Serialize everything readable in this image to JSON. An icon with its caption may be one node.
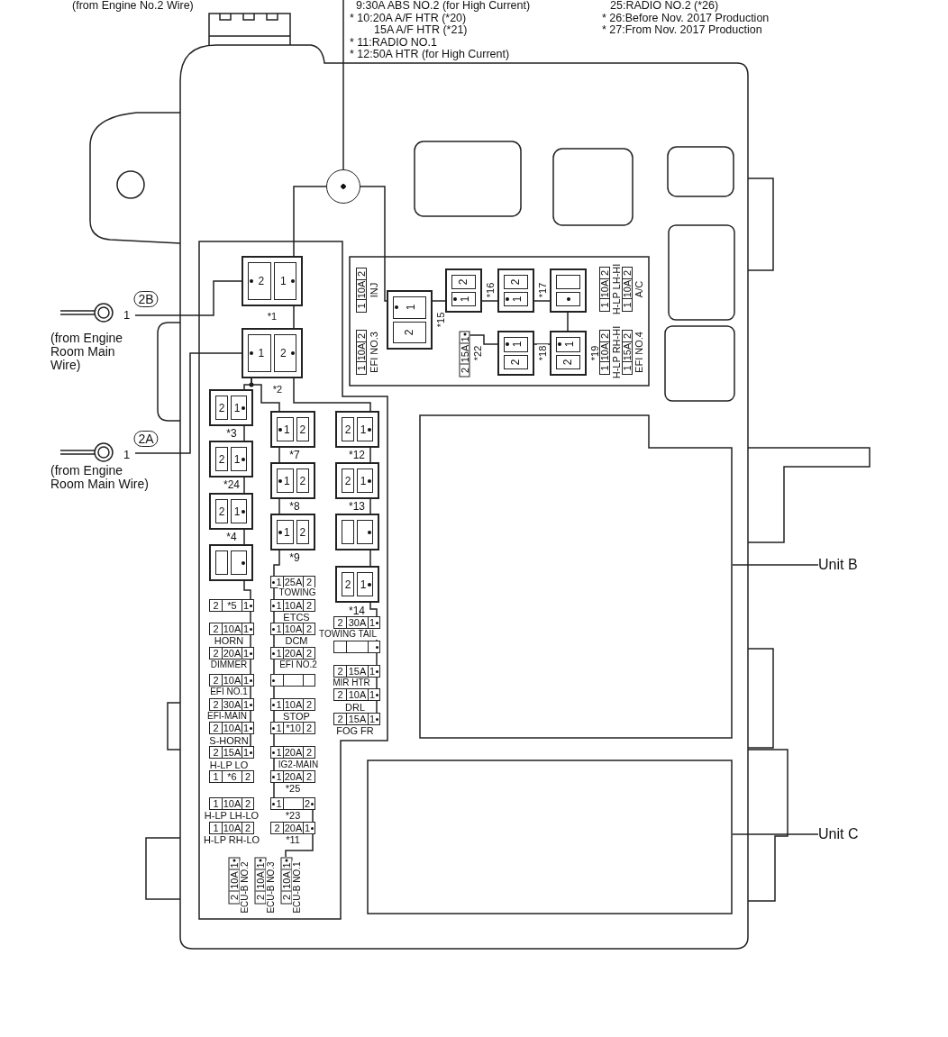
{
  "diagram": {
    "nodes": [
      {
        "text": [
          "1"
        ],
        "beside": [
          "2B",
          "(from Engine Room Main Wire)"
        ]
      },
      {
        "text": [
          "1"
        ],
        "beside": [
          "2A",
          "(from Engine Room Main Wire)"
        ]
      },
      {
        "text": [],
        "shape": "circle"
      },
      {
        "text": [
          "2",
          "1"
        ],
        "beside": [
          "*1"
        ]
      },
      {
        "text": [
          "1",
          "2"
        ],
        "beside": [
          "*2"
        ]
      },
      {
        "text": [
          "1",
          "10A",
          "2"
        ],
        "beside": [
          "INJ"
        ]
      },
      {
        "text": [
          "1",
          "10A",
          "2"
        ],
        "beside": [
          "EFI NO.3"
        ]
      },
      {
        "text": [
          "1",
          "2"
        ],
        "beside": [
          "*15"
        ]
      },
      {
        "text": [
          "2",
          "1"
        ],
        "beside": [
          "*16"
        ]
      },
      {
        "text": [
          "2",
          "1"
        ],
        "beside": [
          "*17"
        ]
      },
      {
        "text": [],
        "shape": "box"
      },
      {
        "text": [
          "2",
          "15A",
          "1"
        ],
        "beside": [
          "*22"
        ]
      },
      {
        "text": [
          "1",
          "2"
        ],
        "beside": [
          "*18"
        ]
      },
      {
        "text": [
          "1",
          "2"
        ],
        "beside": [
          "*19"
        ]
      },
      {
        "text": [
          "1",
          "10A",
          "2"
        ],
        "beside": [
          "H-LP LH-HI"
        ]
      },
      {
        "text": [
          "1",
          "10A",
          "2"
        ],
        "beside": [
          "A/C"
        ]
      },
      {
        "text": [
          "1",
          "10A",
          "2"
        ],
        "beside": [
          "H-LP RH-HI"
        ]
      },
      {
        "text": [
          "1",
          "15A",
          "2"
        ],
        "beside": [
          "EFI NO.4"
        ]
      },
      {
        "text": [
          "2",
          "1"
        ],
        "beside": [
          "*3"
        ]
      },
      {
        "text": [
          "2",
          "1"
        ],
        "beside": [
          "*24"
        ]
      },
      {
        "text": [
          "2",
          "1"
        ],
        "beside": [
          "*4"
        ]
      },
      {
        "text": [],
        "shape": "box"
      },
      {
        "text": [
          "1",
          "2"
        ],
        "beside": [
          "*7"
        ]
      },
      {
        "text": [
          "1",
          "2"
        ],
        "beside": [
          "*8"
        ]
      },
      {
        "text": [
          "1",
          "2"
        ],
        "beside": [
          "*9"
        ]
      },
      {
        "text": [
          "2",
          "1"
        ],
        "beside": [
          "*12"
        ]
      },
      {
        "text": [
          "2",
          "1"
        ],
        "beside": [
          "*13"
        ]
      },
      {
        "text": [],
        "shape": "box"
      },
      {
        "text": [
          "2",
          "1"
        ],
        "beside": [
          "*14"
        ]
      },
      {
        "text": [
          "2",
          "*5",
          "1"
        ]
      },
      {
        "text": [
          "2",
          "10A",
          "1"
        ],
        "beside": [
          "HORN"
        ]
      },
      {
        "text": [
          "2",
          "20A",
          "1"
        ],
        "beside": [
          "DIMMER"
        ]
      },
      {
        "text": [
          "2",
          "10A",
          "1"
        ],
        "beside": [
          "EFI NO.1"
        ]
      },
      {
        "text": [
          "2",
          "30A",
          "1"
        ],
        "beside": [
          "EFI-MAIN"
        ]
      },
      {
        "text": [
          "2",
          "10A",
          "1"
        ],
        "beside": [
          "S-HORN"
        ]
      },
      {
        "text": [
          "2",
          "15A",
          "1"
        ],
        "beside": [
          "H-LP LO"
        ]
      },
      {
        "text": [
          "1",
          "*6",
          "2"
        ]
      },
      {
        "text": [
          "1",
          "10A",
          "2"
        ],
        "beside": [
          "H-LP LH-LO"
        ]
      },
      {
        "text": [
          "1",
          "10A",
          "2"
        ],
        "beside": [
          "H-LP RH-LO"
        ]
      },
      {
        "text": [
          "1",
          "25A",
          "2"
        ],
        "beside": [
          "TOWING"
        ]
      },
      {
        "text": [
          "1",
          "10A",
          "2"
        ],
        "beside": [
          "ETCS"
        ]
      },
      {
        "text": [
          "1",
          "10A",
          "2"
        ],
        "beside": [
          "DCM"
        ]
      },
      {
        "text": [
          "1",
          "20A",
          "2"
        ],
        "beside": [
          "EFI NO.2"
        ]
      },
      {
        "text": [],
        "shape": "bar"
      },
      {
        "text": [
          "1",
          "10A",
          "2"
        ],
        "beside": [
          "STOP"
        ]
      },
      {
        "text": [
          "1",
          "*10",
          "2"
        ]
      },
      {
        "text": [
          "1",
          "20A",
          "2"
        ],
        "beside": [
          "IG2-MAIN"
        ]
      },
      {
        "text": [
          "1",
          "20A",
          "2"
        ],
        "beside": [
          "*25"
        ]
      },
      {
        "text": [
          "1",
          "2"
        ],
        "beside": [
          "*23"
        ]
      },
      {
        "text": [
          "2",
          "20A",
          "1"
        ],
        "beside": [
          "*11"
        ]
      },
      {
        "text": [
          "2",
          "30A",
          "1"
        ],
        "beside": [
          "TOWING TAIL"
        ]
      },
      {
        "text": [],
        "shape": "bar"
      },
      {
        "text": [
          "2",
          "15A",
          "1"
        ],
        "beside": [
          "MIR HTR"
        ]
      },
      {
        "text": [
          "2",
          "10A",
          "1"
        ],
        "beside": [
          "DRL"
        ]
      },
      {
        "text": [
          "2",
          "15A",
          "1"
        ],
        "beside": [
          "FOG FR"
        ]
      },
      {
        "text": [
          "2",
          "10A",
          "1"
        ],
        "beside": [
          "ECU-B NO.2"
        ]
      },
      {
        "text": [
          "2",
          "10A",
          "1"
        ],
        "beside": [
          "ECU-B NO.3"
        ]
      },
      {
        "text": [
          "2",
          "10A",
          "1"
        ],
        "beside": [
          "ECU-B NO.1"
        ]
      },
      {
        "text": [],
        "shape": "box"
      },
      {
        "text": [],
        "shape": "box"
      },
      {
        "text": [
          "Unit B"
        ]
      },
      {
        "text": [
          "Unit C"
        ]
      }
    ],
    "edges": [
      {
        "from": 0,
        "to": 3,
        "arrow": "none"
      },
      {
        "from": 1,
        "to": 4,
        "arrow": "none"
      },
      {
        "from": null,
        "to": 2,
        "arrow": "none"
      },
      {
        "from": 3,
        "to": 2,
        "arrow": "none"
      },
      {
        "from": 2,
        "to": 7,
        "arrow": "none"
      },
      {
        "from": 7,
        "to": 8,
        "arrow": "none"
      },
      {
        "from": 8,
        "to": 9,
        "arrow": "none"
      },
      {
        "from": 9,
        "to": 10,
        "arrow": "none"
      },
      {
        "from": 10,
        "to": 13,
        "arrow": "none"
      },
      {
        "from": 13,
        "to": 12,
        "arrow": "none"
      },
      {
        "from": 12,
        "to": 11,
        "arrow": "none"
      },
      {
        "from": 3,
        "to": 4,
        "arrow": "none"
      },
      {
        "from": 4,
        "to": 25,
        "arrow": "none"
      },
      {
        "from": 25,
        "to": 26,
        "arrow": "none"
      },
      {
        "from": 26,
        "to": 27,
        "arrow": "none"
      },
      {
        "from": 27,
        "to": 28,
        "arrow": "none"
      },
      {
        "from": 28,
        "to": 50,
        "arrow": "none"
      },
      {
        "from": 50,
        "to": 51,
        "arrow": "none"
      },
      {
        "from": 51,
        "to": 52,
        "arrow": "none"
      },
      {
        "from": 52,
        "to": 53,
        "arrow": "none"
      },
      {
        "from": 53,
        "to": 54,
        "arrow": "none"
      },
      {
        "from": 4,
        "to": 18,
        "arrow": "none"
      },
      {
        "from": 18,
        "to": 19,
        "arrow": "none"
      },
      {
        "from": 19,
        "to": 20,
        "arrow": "none"
      },
      {
        "from": 20,
        "to": 21,
        "arrow": "none"
      },
      {
        "from": 21,
        "to": 29,
        "arrow": "none"
      },
      {
        "from": 29,
        "to": 30,
        "arrow": "none"
      },
      {
        "from": 30,
        "to": 31,
        "arrow": "none"
      },
      {
        "from": 31,
        "to": 32,
        "arrow": "none"
      },
      {
        "from": 32,
        "to": 33,
        "arrow": "none"
      },
      {
        "from": 33,
        "to": 34,
        "arrow": "none"
      },
      {
        "from": 34,
        "to": 35,
        "arrow": "none"
      },
      {
        "from": 4,
        "to": 22,
        "arrow": "none"
      },
      {
        "from": 22,
        "to": 23,
        "arrow": "none"
      },
      {
        "from": 23,
        "to": 24,
        "arrow": "none"
      },
      {
        "from": 24,
        "to": 39,
        "arrow": "none"
      },
      {
        "from": 39,
        "to": 40,
        "arrow": "none"
      },
      {
        "from": 40,
        "to": 41,
        "arrow": "none"
      },
      {
        "from": 41,
        "to": 42,
        "arrow": "none"
      },
      {
        "from": 42,
        "to": 43,
        "arrow": "none"
      },
      {
        "from": 43,
        "to": 44,
        "arrow": "none"
      },
      {
        "from": 44,
        "to": 45,
        "arrow": "none"
      },
      {
        "from": 45,
        "to": 46,
        "arrow": "none"
      },
      {
        "from": 46,
        "to": 47,
        "arrow": "none"
      },
      {
        "from": 47,
        "to": 48,
        "arrow": "none"
      },
      {
        "from": 48,
        "to": 49,
        "arrow": "none"
      },
      {
        "from": 49,
        "to": 57,
        "arrow": "none"
      },
      {
        "from": 60,
        "to": 58,
        "arrow": "none"
      },
      {
        "from": 61,
        "to": 59,
        "arrow": "none"
      }
    ],
    "labels": [
      "(from Engine No.2 Wire)",
      "9:30A ABS NO.2 (for High Current)",
      "* 10:20A A/F HTR (*20)",
      "15A A/F HTR (*21)",
      "* 11:RADIO NO.1",
      "* 12:50A HTR (for High Current)",
      "25:RADIO NO.2 (*26)",
      "* 26:Before Nov. 2017 Production",
      "* 27:From Nov. 2017 Production"
    ]
  }
}
